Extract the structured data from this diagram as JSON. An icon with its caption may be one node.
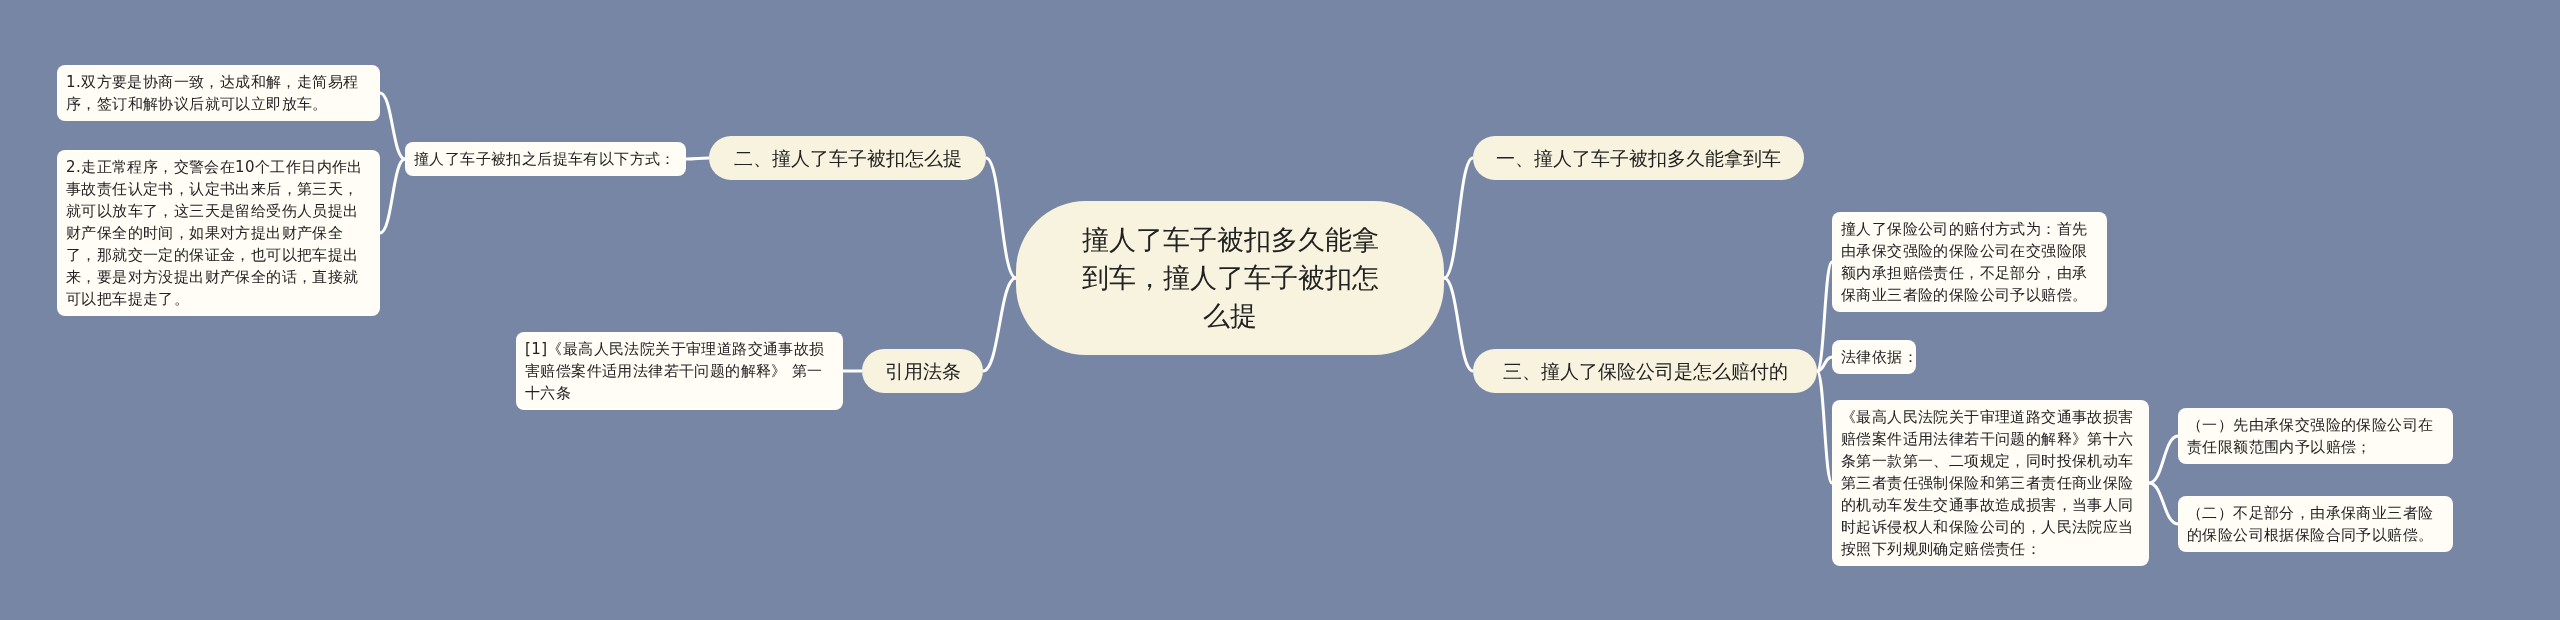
{
  "diagram": {
    "nodes": [
      {
        "text": [
          "撞人了车子被扣多久能拿到车，撞人了车子被扣怎么提"
        ]
      },
      {
        "text": [
          "二、撞人了车子被扣怎么提"
        ]
      },
      {
        "text": [
          "撞人了车子被扣之后提车有以下方式："
        ]
      },
      {
        "text": [
          "1.双方要是协商一致，达成和解，走简易程序，签订和解协议后就可以立即放车。"
        ]
      },
      {
        "text": [
          "2.走正常程序，交警会在10个工作日内作出事故责任认定书，认定书出来后，第三天，就可以放车了，这三天是留给受伤人员提出财产保全的时间，如果对方提出财产保全了，那就交一定的保证金，也可以把车提出来，要是对方没提出财产保全的话，直接就可以把车提走了。"
        ]
      },
      {
        "text": [
          "一、撞人了车子被扣多久能拿到车"
        ]
      },
      {
        "text": [
          "三、撞人了保险公司是怎么赔付的"
        ]
      },
      {
        "text": [
          "撞人了保险公司的赔付方式为：首先由承保交强险的保险公司在交强险限额内承担赔偿责任，不足部分，由承保商业三者险的保险公司予以赔偿。"
        ]
      },
      {
        "text": [
          "法律依据："
        ]
      },
      {
        "text": [
          "《最高人民法院关于审理道路交通事故损害赔偿案件适用法律若干问题的解释》第十六条第一款第一、二项规定，同时投保机动车第三者责任强制保险和第三者责任商业保险的机动车发生交通事故造成损害，当事人同时起诉侵权人和保险公司的，人民法院应当按照下列规则确定赔偿责任："
        ]
      },
      {
        "text": [
          "（一）先由承保交强险的保险公司在责任限额范围内予以赔偿；"
        ]
      },
      {
        "text": [
          "（二）不足部分，由承保商业三者险的保险公司根据保险合同予以赔偿。"
        ]
      },
      {
        "text": [
          "引用法条"
        ]
      },
      {
        "text": [
          "[1]《最高人民法院关于审理道路交通事故损害赔偿案件适用法律若干问题的解释》 第一十六条"
        ]
      }
    ],
    "edges": [
      {
        "from": 0,
        "to": 1,
        "arrow": "none"
      },
      {
        "from": 1,
        "to": 2,
        "arrow": "none"
      },
      {
        "from": 2,
        "to": 3,
        "arrow": "none"
      },
      {
        "from": 2,
        "to": 4,
        "arrow": "none"
      },
      {
        "from": 0,
        "to": 5,
        "arrow": "none"
      },
      {
        "from": 0,
        "to": 6,
        "arrow": "none"
      },
      {
        "from": 6,
        "to": 7,
        "arrow": "none"
      },
      {
        "from": 6,
        "to": 8,
        "arrow": "none"
      },
      {
        "from": 6,
        "to": 9,
        "arrow": "none"
      },
      {
        "from": 9,
        "to": 10,
        "arrow": "none"
      },
      {
        "from": 9,
        "to": 11,
        "arrow": "none"
      },
      {
        "from": 0,
        "to": 12,
        "arrow": "none"
      },
      {
        "from": 12,
        "to": 13,
        "arrow": "none"
      }
    ]
  }
}
